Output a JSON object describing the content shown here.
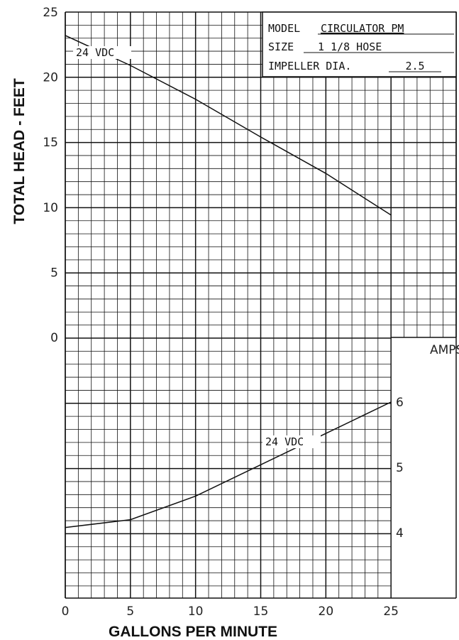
{
  "chart_data": {
    "type": "line",
    "xlabel": "GALLONS PER MINUTE",
    "ylabel": "TOTAL HEAD - FEET",
    "amps_label": "AMPS",
    "x_ticks": [
      "0",
      "5",
      "10",
      "15",
      "20",
      "25"
    ],
    "head_ticks": [
      "0",
      "5",
      "10",
      "15",
      "20",
      "25"
    ],
    "amps_ticks": [
      "4",
      "5",
      "6"
    ],
    "xlim": [
      0,
      30
    ],
    "head_ylim": [
      0,
      25
    ],
    "amps_ylim": [
      3.5,
      6
    ],
    "grid": true,
    "spec_box": {
      "model_label": "MODEL",
      "model_value": "CIRCULATOR PM",
      "size_label": "SIZE",
      "size_value": "1 1/8 HOSE",
      "impeller_label": "IMPELLER DIA.",
      "impeller_value": "2.5"
    },
    "series": [
      {
        "name": "24 VDC",
        "axis": "head",
        "x": [
          0,
          5,
          10,
          15,
          20,
          25
        ],
        "y": [
          23.2,
          20.9,
          18.3,
          15.4,
          12.6,
          9.4
        ]
      },
      {
        "name": "24 VDC",
        "axis": "amps",
        "x": [
          0,
          5,
          10,
          15,
          20,
          25
        ],
        "y": [
          4.4,
          4.5,
          4.8,
          5.2,
          5.6,
          6.0
        ]
      }
    ]
  }
}
